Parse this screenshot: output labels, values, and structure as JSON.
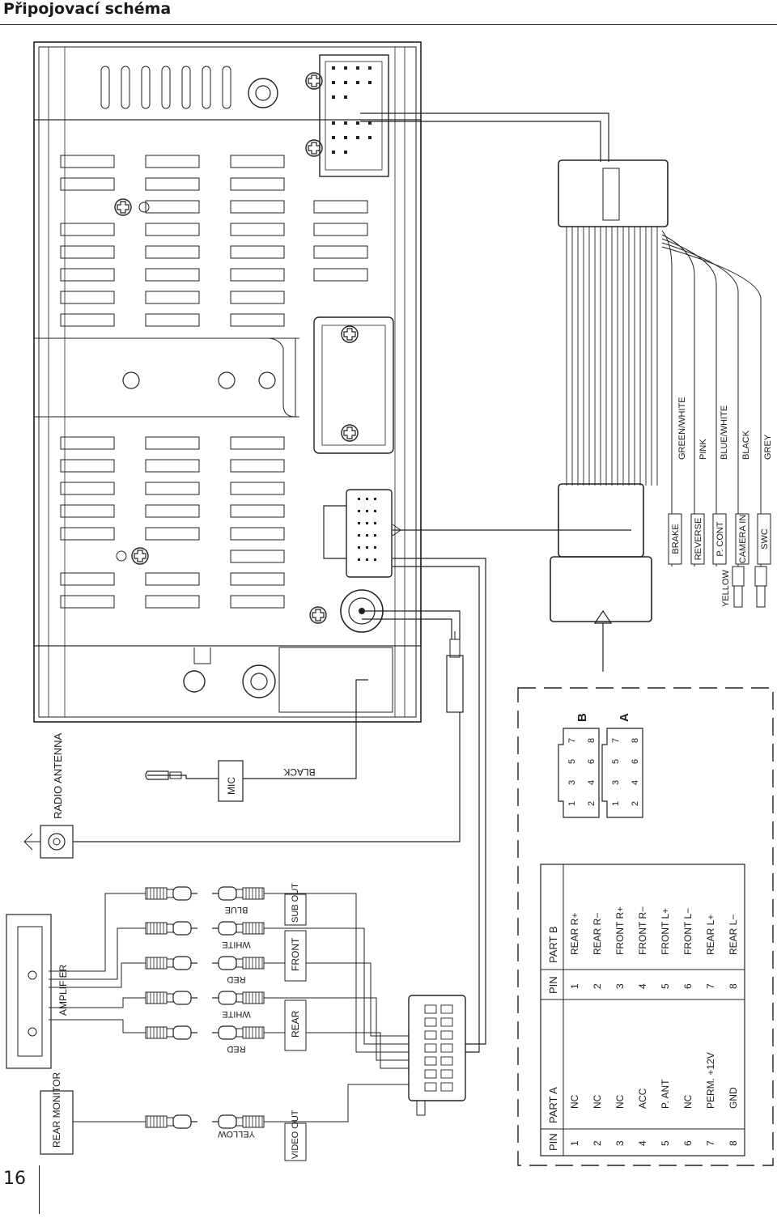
{
  "page": {
    "title": "Připojovací schéma",
    "number": "16"
  },
  "connector_labels": {
    "radio_antenna": "RADIO ANTENNA",
    "mic": "MIC",
    "black": "BLACK",
    "rear_monitor": "REAR MONITOR",
    "amplifier": "AMPLIFIER",
    "video_out": "VIDEO OUT",
    "rear": "REAR",
    "front": "FRONT",
    "sub_out": "SUB OUT"
  },
  "rca_cables": [
    {
      "color": "YELLOW",
      "group": "video_out"
    },
    {
      "color": "RED",
      "group": "rear"
    },
    {
      "color": "WHITE",
      "group": "rear"
    },
    {
      "color": "RED",
      "group": "front"
    },
    {
      "color": "WHITE",
      "group": "front"
    },
    {
      "color": "BLUE",
      "group": "sub_out"
    }
  ],
  "harness_wires": [
    {
      "function": "BRAKE",
      "color": "GREEN/WHITE"
    },
    {
      "function": "REVERSE",
      "color": "PINK"
    },
    {
      "function": "P. CONT",
      "color": "BLUE/WHITE"
    },
    {
      "function": "CAMERA IN",
      "color": "BLACK"
    },
    {
      "function": "SWC",
      "color": "GREY"
    },
    {
      "function": "",
      "color": "YELLOW"
    }
  ],
  "iso_connector": {
    "label_a": "A",
    "label_b": "B",
    "pins_top": [
      "1",
      "3",
      "5",
      "7"
    ],
    "pins_bottom": [
      "2",
      "4",
      "6",
      "8"
    ]
  },
  "pin_table": {
    "headers": [
      "PIN",
      "PART A",
      "PIN",
      "PART B"
    ],
    "rows": [
      [
        "1",
        "NC",
        "1",
        "REAR R+"
      ],
      [
        "2",
        "NC",
        "2",
        "REAR R−"
      ],
      [
        "3",
        "NC",
        "3",
        "FRONT R+"
      ],
      [
        "4",
        "ACC",
        "4",
        "FRONT R−"
      ],
      [
        "5",
        "P. ANT",
        "5",
        "FRONT L+"
      ],
      [
        "6",
        "NC",
        "6",
        "FRONT L−"
      ],
      [
        "7",
        "PERM. +12V",
        "7",
        "REAR L+"
      ],
      [
        "8",
        "GND",
        "8",
        "REAR L−"
      ]
    ]
  }
}
